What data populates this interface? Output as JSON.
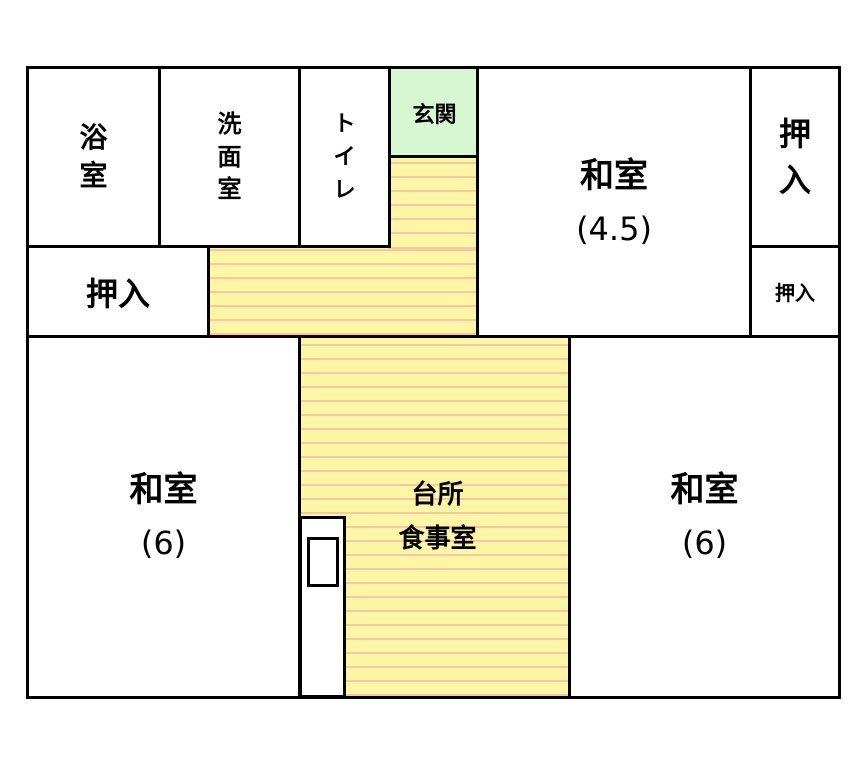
{
  "floorplan": {
    "bath": {
      "line1": "浴",
      "line2": "室"
    },
    "washroom": {
      "line1": "洗",
      "line2": "面",
      "line3": "室"
    },
    "toilet": {
      "line1": "ト",
      "line2": "イ",
      "line3": "レ"
    },
    "entrance": {
      "label": "玄関"
    },
    "closet_left": {
      "label": "押入"
    },
    "japanese_room_upper": {
      "name": "和室",
      "size": "(4.5)"
    },
    "closet_right_top": {
      "line1": "押",
      "line2": "入"
    },
    "closet_right_small": {
      "label": "押入"
    },
    "japanese_room_left": {
      "name": "和室",
      "size": "(6)"
    },
    "kitchen": {
      "line1": "台所",
      "line2": "食事室"
    },
    "japanese_room_right": {
      "name": "和室",
      "size": "(6)"
    },
    "colors": {
      "wall": "#000000",
      "floor": "#fdf6a6",
      "floor_stripe": "#f7c9a3",
      "entrance": "#d6f7d0"
    }
  }
}
